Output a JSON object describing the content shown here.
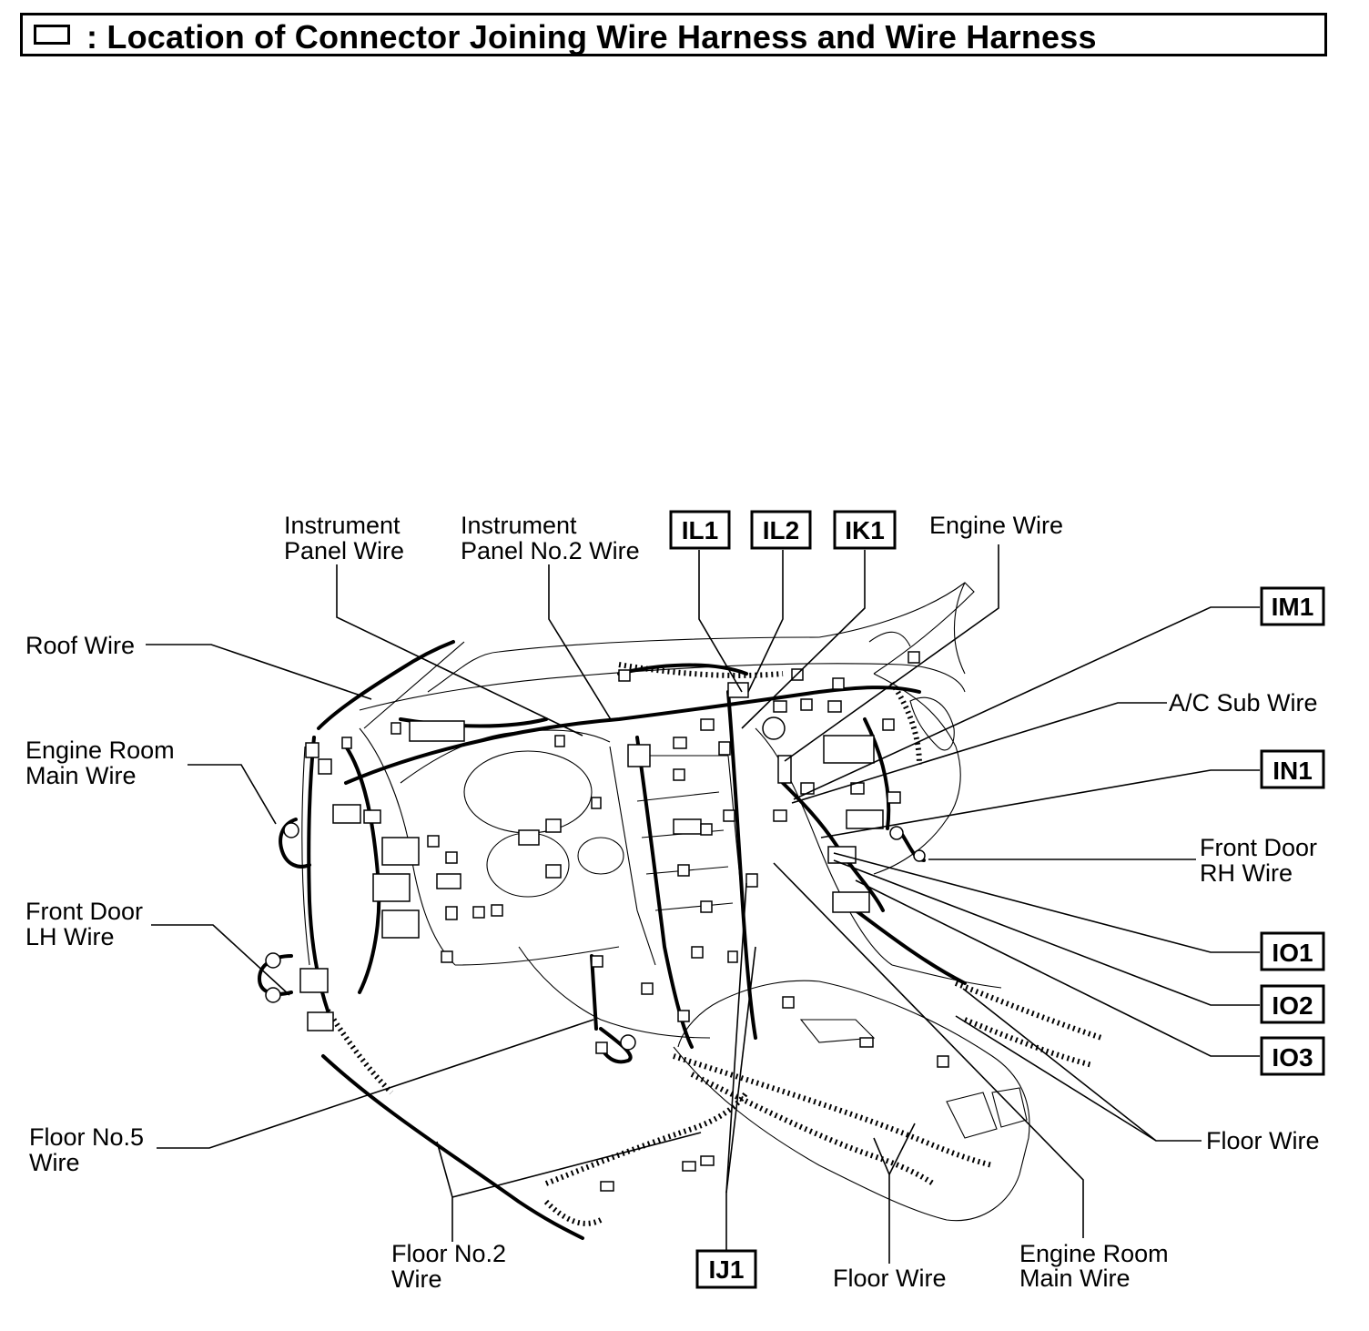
{
  "title": {
    "text": ": Location of Connector Joining Wire Harness and Wire Harness"
  },
  "wire_labels": {
    "instrument_panel_wire": [
      "Instrument",
      "Panel Wire"
    ],
    "instrument_panel_no2_wire": [
      "Instrument",
      "Panel No.2 Wire"
    ],
    "engine_wire": "Engine Wire",
    "roof_wire": "Roof Wire",
    "engine_room_main_wire_left": [
      "Engine Room",
      "Main Wire"
    ],
    "ac_sub_wire": "A/C Sub Wire",
    "front_door_rh_wire": [
      "Front Door",
      "RH Wire"
    ],
    "front_door_lh_wire": [
      "Front Door",
      "LH Wire"
    ],
    "floor_no5_wire": [
      "Floor No.5",
      "Wire"
    ],
    "floor_no2_wire": [
      "Floor No.2",
      "Wire"
    ],
    "floor_wire_bottom": "Floor Wire",
    "engine_room_main_wire_bottom": [
      "Engine Room",
      "Main Wire"
    ],
    "floor_wire_right": "Floor Wire"
  },
  "connector_codes": {
    "il1": "IL1",
    "il2": "IL2",
    "ik1": "IK1",
    "im1": "IM1",
    "in1": "IN1",
    "io1": "IO1",
    "io2": "IO2",
    "io3": "IO3",
    "ij1": "IJ1"
  }
}
